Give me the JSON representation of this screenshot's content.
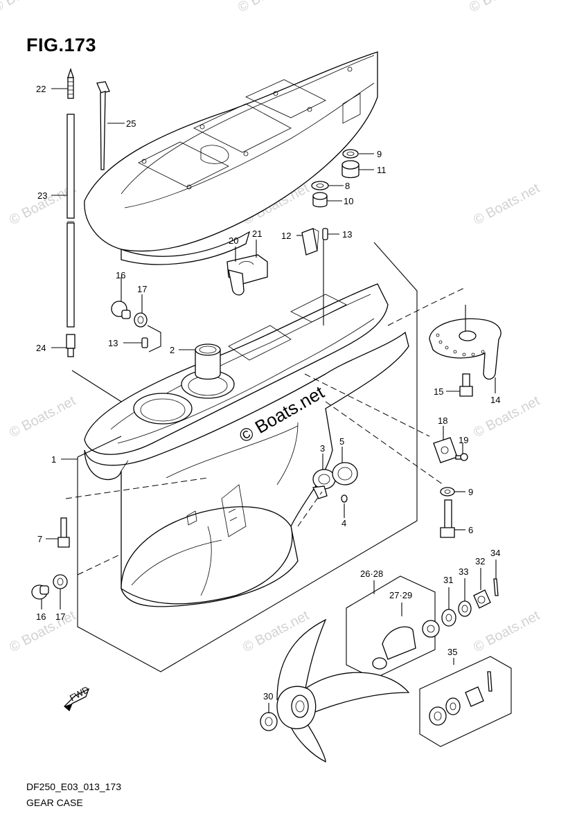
{
  "figure": {
    "title": "FIG.173",
    "code": "DF250_E03_013_173",
    "name": "GEAR CASE"
  },
  "watermark": {
    "text": "© Boats.net"
  },
  "callouts": [
    "1",
    "2",
    "3",
    "4",
    "5",
    "6",
    "7",
    "8",
    "9",
    "9",
    "10",
    "11",
    "12",
    "13",
    "13",
    "14",
    "15",
    "16",
    "16",
    "17",
    "17",
    "18",
    "19",
    "20",
    "21",
    "22",
    "23",
    "24",
    "25",
    "26·28",
    "27·29",
    "30",
    "31",
    "32",
    "33",
    "34",
    "35"
  ],
  "fwd_label": "FWD"
}
